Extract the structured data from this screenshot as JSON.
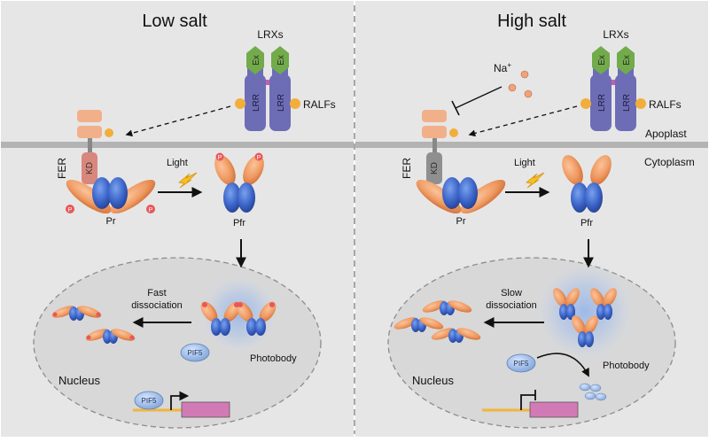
{
  "panels": {
    "left": {
      "title": "Low salt",
      "receptor_group": "LRXs",
      "ex_label": "Ex",
      "lrr_label": "LRR",
      "ligand": "RALFs",
      "fer": "FER",
      "kd": "KD",
      "phospho": "P",
      "light": "Light",
      "pr": "Pr",
      "pfr": "Pfr",
      "dissociation_line1": "Fast",
      "dissociation_line2": "dissociation",
      "photobody": "Photobody",
      "pif_free": "PIF5",
      "pif_bound": "PIF5",
      "nucleus": "Nucleus"
    },
    "right": {
      "title": "High salt",
      "receptor_group": "LRXs",
      "ex_label": "Ex",
      "lrr_label": "LRR",
      "ligand": "RALFs",
      "ion": "Na",
      "ion_charge": "+",
      "apoplast": "Apoplast",
      "cytoplasm": "Cytoplasm",
      "fer": "FER",
      "kd": "KD",
      "light": "Light",
      "pr": "Pr",
      "pfr": "Pfr",
      "dissociation_line1": "Slow",
      "dissociation_line2": "dissociation",
      "photobody": "Photobody",
      "pif": "PIF5",
      "nucleus": "Nucleus"
    }
  },
  "colors": {
    "background": "#e6e6e6",
    "membrane": "#b3b3b3",
    "phy_blue": "#3c64c8",
    "phy_orange": "#ef9a62",
    "ex_green": "#72ab4a",
    "lrr_purple": "#6d6db5",
    "ralf_orange": "#f2ae3c",
    "fer_ecto": "#f2b08a",
    "kd_active": "#d9877c",
    "kd_inactive": "#8f8f8f",
    "phospho": "#e8575a",
    "light_bolt": "#f5c023",
    "gene_box": "#d27ab5",
    "promoter": "#f2b53a"
  }
}
